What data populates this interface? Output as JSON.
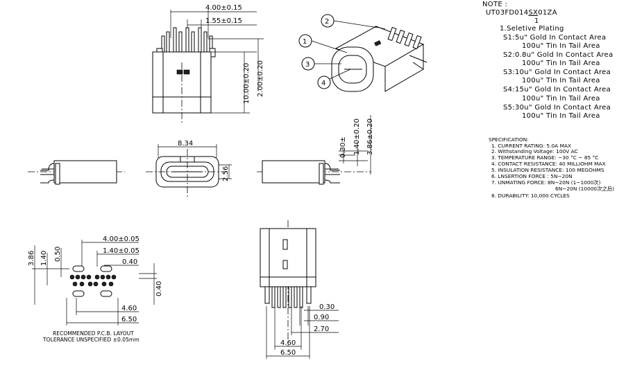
{
  "top_view": {
    "dim_width": "4.00±0.15",
    "dim_pitch": "1.55±0.15",
    "dim_length": "10.00±0.20",
    "dim_tail": "2.00±0.20"
  },
  "callouts": [
    "1",
    "2",
    "3",
    "4"
  ],
  "front_view": {
    "dim_width": "8.34",
    "dim_height": "2.56"
  },
  "side_view": {
    "dim_a": "0.30±",
    "dim_b": "1.40±0.20",
    "dim_c": "3.86±0.20"
  },
  "pcb_layout": {
    "dim_4_00": "4.00±0.05",
    "dim_1_40": "1.40±0.05",
    "dim_0_40_top": "0.40",
    "dim_3_86": "3.86",
    "dim_1_40_left": "1.40",
    "dim_0_50": "0.50",
    "dim_0_40_right": "0.40",
    "dim_4_60": "4.60",
    "dim_6_50": "6.50",
    "caption_1": "RECOMMENDED   P.C.B. LAYOUT",
    "caption_2": "TOLERANCE  UNSPECIFIED  ±0.05mm"
  },
  "bottom_view": {
    "dim_0_30": "0.30",
    "dim_0_90": "0.90",
    "dim_2_70": "2.70",
    "dim_4_60": "4.60",
    "dim_6_50": "6.50"
  },
  "note": {
    "heading": "NOTE :",
    "part_prefix": "UT03FD014",
    "part_code": "SX",
    "part_suffix": "01ZA",
    "pointer": "1",
    "lines": [
      "1.Seletive Plating",
      "S1:5u\" Gold In Contact Area",
      "100u\" Tin   In Tail Area",
      "S2:0.8u\" Gold In Contact Area",
      "100u\" Tin   In Tail Area",
      "S3:10u\" Gold In Contact Area",
      "100u\" Tin   In Tail Area",
      "S4:15u\" Gold In Contact Area",
      "100u\" Tin   In Tail Area",
      "S5:30u\" Gold In Contact Area",
      "100u\" Tin   In Tail Area"
    ]
  },
  "specification": {
    "heading": "SPECIFICATION:",
    "items": [
      "1. CURRENT RATING: 5.0A MAX",
      "2. Withstanding Voltage: 100V AC",
      "3. TEMPERATURE RANGE: −30 °C ~ 85 °C",
      "4. CONTACT RESISTANCE: 40 MILLIOHM MAX",
      "5. INSULATION RESISTANCE: 100 MEGOHMS",
      "6. LNSERTION FORCE : 5N~20N",
      "7. UNMATING FORCE: 8N~20N (1~1000次)",
      "6N~20N (10000次之后)",
      "8. DURABILITY:   10,000  CYCLES"
    ]
  }
}
